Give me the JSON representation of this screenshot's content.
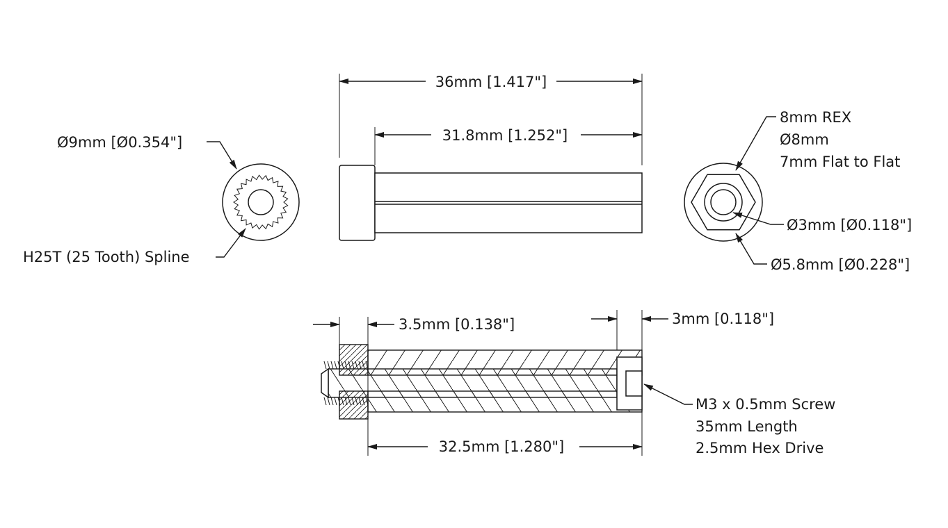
{
  "dimensions": {
    "overall_length": "36mm [1.417\"]",
    "shaft_length": "31.8mm [1.252\"]",
    "head_height": "3.5mm [0.138\"]",
    "hex_depth": "3mm [0.118\"]",
    "screw_engagement": "32.5mm [1.280\"]"
  },
  "spline_end": {
    "outer_diameter": "Ø9mm [Ø0.354\"]",
    "spline_label": "H25T (25 Tooth) Spline"
  },
  "hex_end": {
    "rex_line1": "8mm REX",
    "rex_line2": "Ø8mm",
    "rex_line3": "7mm Flat to Flat",
    "bore_diameter": "Ø3mm [Ø0.118\"]",
    "hub_diameter": "Ø5.8mm [Ø0.228\"]"
  },
  "screw": {
    "line1": "M3 x 0.5mm Screw",
    "line2": "35mm Length",
    "line3": "2.5mm Hex Drive"
  }
}
